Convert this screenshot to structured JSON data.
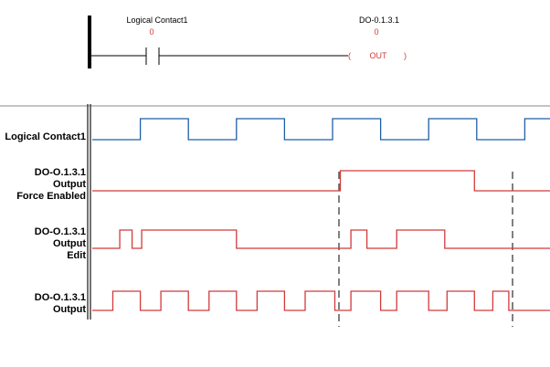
{
  "ladder": {
    "contact": {
      "name": "Logical Contact1",
      "value": "0"
    },
    "coil": {
      "name": "DO-0.1.3.1",
      "value": "0",
      "text": "OUT"
    }
  },
  "timing": {
    "rows": [
      {
        "key": "lc",
        "lines": [
          "Logical Contact1"
        ],
        "color": "#1f5fa8",
        "transitions": [
          0.0,
          0.105,
          0.21,
          0.315,
          0.42,
          0.525,
          0.63,
          0.735,
          0.84,
          0.945,
          1.0
        ],
        "start_high": false
      },
      {
        "key": "force",
        "lines": [
          "DO-O.1.3.1",
          "Output",
          "Force Enabled"
        ],
        "color": "#d23a3a",
        "transitions": [
          0.0,
          0.542,
          0.835,
          1.0
        ],
        "start_high": false
      },
      {
        "key": "edit",
        "lines": [
          "DO-O.1.3.1",
          "Output",
          "Edit"
        ],
        "color": "#d23a3a",
        "transitions": [
          0.0,
          0.06,
          0.087,
          0.108,
          0.315,
          0.565,
          0.6,
          0.665,
          0.77,
          1.0
        ],
        "start_high": false
      },
      {
        "key": "out",
        "lines": [
          "DO-O.1.3.1",
          "Output"
        ],
        "color": "#d23a3a",
        "transitions": [
          0.0,
          0.045,
          0.105,
          0.15,
          0.21,
          0.255,
          0.315,
          0.36,
          0.42,
          0.465,
          0.53,
          0.565,
          0.63,
          0.665,
          0.735,
          0.775,
          0.835,
          0.875,
          0.91,
          1.0
        ],
        "start_high": false
      }
    ]
  }
}
